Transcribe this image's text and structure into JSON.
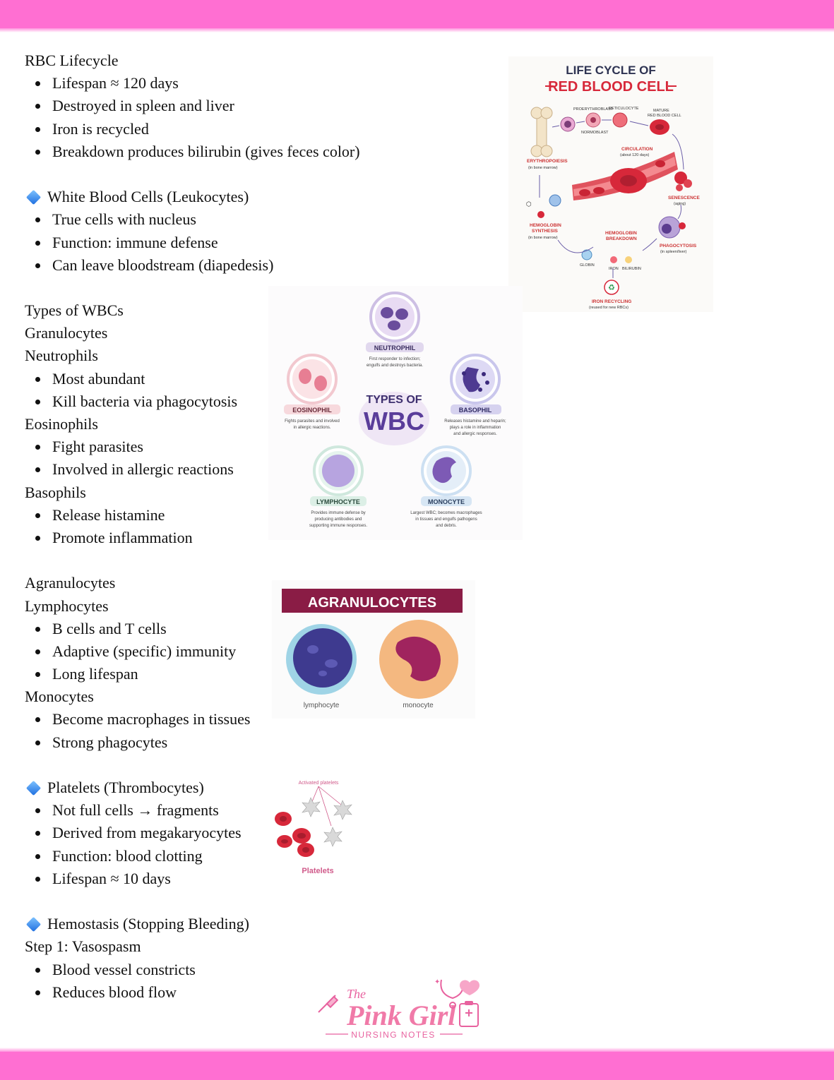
{
  "sections": {
    "rbc": {
      "title": "RBC Lifecycle",
      "bullets": [
        "Lifespan ≈ 120 days",
        "Destroyed in spleen and liver",
        "Iron is recycled",
        "Breakdown produces bilirubin (gives feces color)"
      ]
    },
    "wbc": {
      "title": "White Blood Cells (Leukocytes)",
      "bullets": [
        "True cells with nucleus",
        "Function: immune defense",
        "Can leave bloodstream (diapedesis)"
      ]
    },
    "types": {
      "title": "Types of WBCs",
      "granulocytes": "Granulocytes",
      "neutrophils": {
        "label": "Neutrophils",
        "bullets": [
          "Most abundant",
          "Kill bacteria via phagocytosis"
        ]
      },
      "eosinophils": {
        "label": "Eosinophils",
        "bullets": [
          "Fight parasites",
          "Involved in allergic reactions"
        ]
      },
      "basophils": {
        "label": "Basophils",
        "bullets": [
          "Release histamine",
          "Promote inflammation"
        ]
      }
    },
    "agran": {
      "title": "Agranulocytes",
      "lymphocytes": {
        "label": "Lymphocytes",
        "bullets": [
          "B cells and T cells",
          "Adaptive (specific) immunity",
          "Long lifespan"
        ]
      },
      "monocytes": {
        "label": "Monocytes",
        "bullets": [
          "Become macrophages in tissues",
          "Strong phagocytes"
        ]
      }
    },
    "platelets": {
      "title": "Platelets (Thrombocytes)",
      "bullets": [
        "Not full cells → fragments",
        "Derived from megakaryocytes",
        "Function: blood clotting",
        "Lifespan ≈ 10 days"
      ]
    },
    "hemostasis": {
      "title": "Hemostasis (Stopping Bleeding)",
      "step1": "Step 1: Vasospasm",
      "bullets": [
        "Blood vessel constricts",
        "Reduces blood flow"
      ]
    }
  },
  "figures": {
    "rbc_cycle": {
      "title1": "LIFE CYCLE OF",
      "title2": "RED BLOOD CELL",
      "proerythroblast": "PROERYTHROBLAST",
      "normoblast": "NORMOBLAST",
      "reticulocyte": "RETICULOCYTE",
      "mature1": "MATURE",
      "mature2": "RED BLOOD CELL",
      "erythropoiesis": "ERYTHROPOIESIS",
      "erythropoiesis_sub": "(in bone marrow)",
      "circulation": "CIRCULATION",
      "circulation_sub": "(about 120 days)",
      "senescence": "SENESCENCE",
      "senescence_sub": "(aging)",
      "hemo_synth1": "HEMOGLOBIN",
      "hemo_synth2": "SYNTHESIS",
      "hemo_synth_sub": "(in bone marrow)",
      "hemo_break1": "HEMOGLOBIN",
      "hemo_break2": "BREAKDOWN",
      "phagocytosis": "PHAGOCYTOSIS",
      "phagocytosis_sub": "(in spleen/liver)",
      "globin": "GLOBIN",
      "iron": "IRON",
      "bilirubin": "BILIRUBIN",
      "recycling": "IRON RECYCLING",
      "recycling_sub": "(reused for new RBCs)"
    },
    "wbc_types": {
      "center1": "TYPES OF",
      "center2": "WBC",
      "neutrophil": "NEUTROPHIL",
      "neutrophil_d1": "First responder to infection;",
      "neutrophil_d2": "engulfs and destroys bacteria.",
      "eosinophil": "EOSINOPHIL",
      "eosinophil_d1": "Fights parasites and involved",
      "eosinophil_d2": "in allergic reactions.",
      "basophil": "BASOPHIL",
      "basophil_d1": "Releases histamine and heparin;",
      "basophil_d2": "plays a role in inflammation",
      "basophil_d3": "and allergic responses.",
      "lymphocyte": "LYMPHOCYTE",
      "lymphocyte_d1": "Provides immune defense by",
      "lymphocyte_d2": "producing antibodies and",
      "lymphocyte_d3": "supporting immune responses.",
      "monocyte": "MONOCYTE",
      "monocyte_d1": "Largest WBC; becomes macrophages",
      "monocyte_d2": "in tissues and engulfs pathogens",
      "monocyte_d3": "and debris."
    },
    "agranulocytes": {
      "title": "AGRANULOCYTES",
      "left": "lymphocyte",
      "right": "monocyte"
    },
    "platelets": {
      "top": "Activated platelets",
      "bottom": "Platelets"
    }
  },
  "logo": {
    "the": "The",
    "name": "Pink Girl",
    "sub": "NURSING NOTES"
  },
  "colors": {
    "band": "#ff6fd2",
    "diamond": "#1f6fe0",
    "brand_pink": "#e8629f",
    "rbc_red": "#d7283a"
  }
}
